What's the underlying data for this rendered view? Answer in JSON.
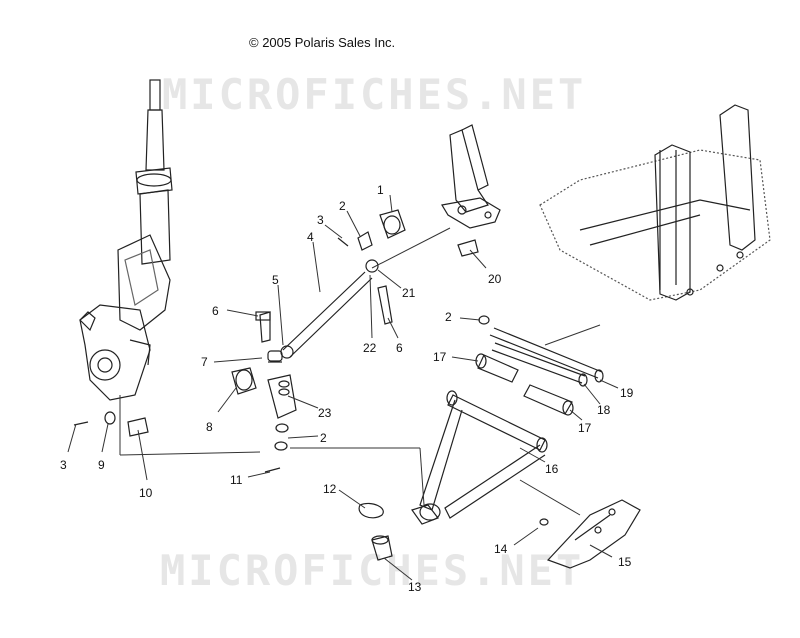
{
  "copyright": "© 2005 Polaris Sales Inc.",
  "watermark": "MICROFICHES.NET",
  "callouts": [
    {
      "id": "1",
      "label": "1"
    },
    {
      "id": "2a",
      "label": "2"
    },
    {
      "id": "3a",
      "label": "3"
    },
    {
      "id": "4",
      "label": "4"
    },
    {
      "id": "5",
      "label": "5"
    },
    {
      "id": "6a",
      "label": "6"
    },
    {
      "id": "21",
      "label": "21"
    },
    {
      "id": "20",
      "label": "20"
    },
    {
      "id": "22",
      "label": "22"
    },
    {
      "id": "6b",
      "label": "6"
    },
    {
      "id": "2b",
      "label": "2"
    },
    {
      "id": "7",
      "label": "7"
    },
    {
      "id": "17a",
      "label": "17"
    },
    {
      "id": "19",
      "label": "19"
    },
    {
      "id": "18",
      "label": "18"
    },
    {
      "id": "17b",
      "label": "17"
    },
    {
      "id": "8",
      "label": "8"
    },
    {
      "id": "23",
      "label": "23"
    },
    {
      "id": "2c",
      "label": "2"
    },
    {
      "id": "3b",
      "label": "3"
    },
    {
      "id": "9",
      "label": "9"
    },
    {
      "id": "10",
      "label": "10"
    },
    {
      "id": "11",
      "label": "11"
    },
    {
      "id": "16",
      "label": "16"
    },
    {
      "id": "12",
      "label": "12"
    },
    {
      "id": "14",
      "label": "14"
    },
    {
      "id": "15",
      "label": "15"
    },
    {
      "id": "13",
      "label": "13"
    }
  ]
}
